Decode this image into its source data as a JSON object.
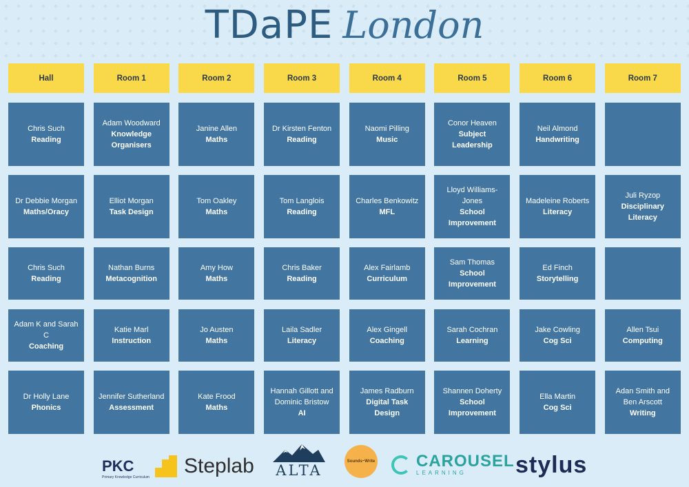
{
  "title": {
    "main": "TDaPE",
    "script": "London"
  },
  "rooms": [
    "Hall",
    "Room 1",
    "Room 2",
    "Room 3",
    "Room 4",
    "Room 5",
    "Room 6",
    "Room 7"
  ],
  "sessions": [
    [
      {
        "name": "Chris Such",
        "topic": "Reading"
      },
      {
        "name": "Adam Woodward",
        "topic": "Knowledge Organisers"
      },
      {
        "name": "Janine Allen",
        "topic": "Maths"
      },
      {
        "name": "Dr Kirsten Fenton",
        "topic": "Reading"
      },
      {
        "name": "Naomi Pilling",
        "topic": "Music"
      },
      {
        "name": "Conor Heaven",
        "topic": "Subject Leadership"
      },
      {
        "name": "Neil Almond",
        "topic": "Handwriting"
      },
      {
        "name": "",
        "topic": ""
      }
    ],
    [
      {
        "name": "Dr Debbie Morgan",
        "topic": "Maths/Oracy"
      },
      {
        "name": "Elliot Morgan",
        "topic": "Task Design"
      },
      {
        "name": "Tom Oakley",
        "topic": "Maths"
      },
      {
        "name": "Tom Langlois",
        "topic": "Reading"
      },
      {
        "name": "Charles Benkowitz",
        "topic": "MFL"
      },
      {
        "name": "Lloyd Williams-Jones",
        "topic": "School Improvement"
      },
      {
        "name": "Madeleine Roberts",
        "topic": "Literacy"
      },
      {
        "name": "Juli Ryzop",
        "topic": "Disciplinary Literacy"
      }
    ],
    [
      {
        "name": "Chris Such",
        "topic": "Reading"
      },
      {
        "name": "Nathan Burns",
        "topic": "Metacognition"
      },
      {
        "name": "Amy How",
        "topic": "Maths"
      },
      {
        "name": "Chris Baker",
        "topic": "Reading"
      },
      {
        "name": "Alex Fairlamb",
        "topic": "Curriculum"
      },
      {
        "name": "Sam Thomas",
        "topic": "School Improvement"
      },
      {
        "name": "Ed Finch",
        "topic": "Storytelling"
      },
      {
        "name": "",
        "topic": ""
      }
    ],
    [
      {
        "name": "Adam K and Sarah C",
        "topic": "Coaching"
      },
      {
        "name": "Katie Marl",
        "topic": "Instruction"
      },
      {
        "name": "Jo Austen",
        "topic": "Maths"
      },
      {
        "name": "Laila Sadler",
        "topic": "Literacy"
      },
      {
        "name": "Alex Gingell",
        "topic": "Coaching"
      },
      {
        "name": "Sarah Cochran",
        "topic": "Learning"
      },
      {
        "name": "Jake Cowling",
        "topic": "Cog Sci"
      },
      {
        "name": "Allen Tsui",
        "topic": "Computing"
      }
    ],
    [
      {
        "name": "Dr Holly Lane",
        "topic": "Phonics"
      },
      {
        "name": "Jennifer Sutherland",
        "topic": "Assessment"
      },
      {
        "name": "Kate Frood",
        "topic": "Maths"
      },
      {
        "name": "Hannah Gillott and Dominic Bristow",
        "topic": "AI"
      },
      {
        "name": "James Radburn",
        "topic": "Digital Task Design"
      },
      {
        "name": "Shannen Doherty",
        "topic": "School Improvement"
      },
      {
        "name": "Ella Martin",
        "topic": "Cog Sci"
      },
      {
        "name": "Adan Smith and Ben Arscott",
        "topic": "Writing"
      }
    ]
  ],
  "sponsors": {
    "pkc": "PKC",
    "pkc_sub": "Primary Knowledge Curriculum",
    "steplab": "Steplab",
    "alta": "ALTA",
    "sounds_write": "Sounds~Write",
    "carousel": "CAROUSEL",
    "carousel_sub": "LEARNING",
    "stylus": "stylus"
  },
  "colors": {
    "header": "#f9d949",
    "cell": "#4276a0",
    "background": "#d9ecf8",
    "title": "#2e5c80"
  }
}
